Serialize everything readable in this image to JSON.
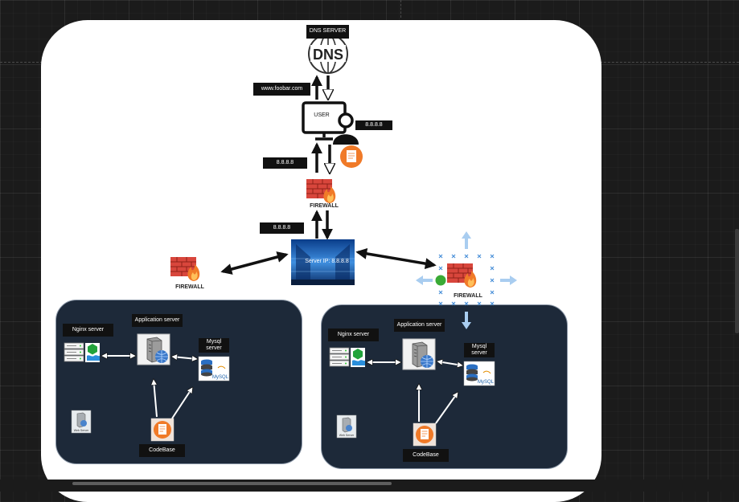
{
  "labels": {
    "dns_server": "DNS SERVER",
    "domain": "www.foobar.com",
    "user": "USER",
    "ip_right": "8.8.8.8",
    "ip_left": "8.8.8.8",
    "ip_lower": "8.8.8.8",
    "server_ip": "Server IP: 8.8.8.8",
    "firewall": "FIREWALL",
    "dns_text": "DNS"
  },
  "server1": {
    "nginx": "Nginx server",
    "app": "Application server",
    "mysql": "Mysql server",
    "codebase": "CodeBase",
    "mysql_logo": "MySQL",
    "nginx_logo": "N",
    "web_server": "Web Server"
  },
  "server2": {
    "nginx": "Nginx server",
    "app": "Application server",
    "mysql": "Mysql server",
    "codebase": "CodeBase",
    "mysql_logo": "MySQL",
    "nginx_logo": "N",
    "web_server": "Web Server"
  },
  "colors": {
    "panel": "#1d2939",
    "firewall_brick": "#d8463c",
    "flame": "#f07a28",
    "selection": "#4a90d9",
    "handle": "#3aaa35"
  },
  "icons": [
    "globe-icon",
    "monitor-icon",
    "person-icon",
    "document-icon",
    "firewall-icon",
    "server-rack-icon",
    "database-icon",
    "nginx-icon",
    "code-file-icon",
    "web-server-icon"
  ]
}
